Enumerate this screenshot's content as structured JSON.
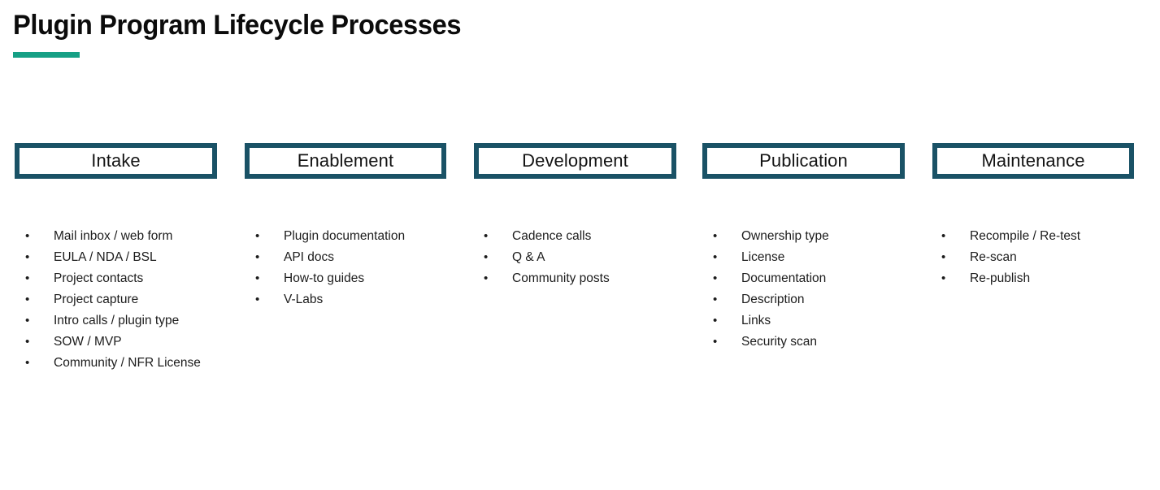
{
  "slide": {
    "title": "Plugin Program Lifecycle Processes",
    "accent_color": "#16a085",
    "box_border_color": "#1a5266",
    "text_color": "#1c1c1c",
    "background_color": "#ffffff",
    "bullet_glyph": "•"
  },
  "stages": [
    {
      "label": "Intake",
      "items": [
        "Mail inbox / web form",
        "EULA / NDA / BSL",
        "Project contacts",
        "Project capture",
        "Intro calls / plugin type",
        "SOW / MVP",
        "Community / NFR License"
      ]
    },
    {
      "label": "Enablement",
      "items": [
        "Plugin documentation",
        "API docs",
        "How-to guides",
        "V-Labs"
      ]
    },
    {
      "label": "Development",
      "items": [
        "Cadence calls",
        "Q & A",
        "Community posts"
      ]
    },
    {
      "label": "Publication",
      "items": [
        "Ownership type",
        "License",
        "Documentation",
        "Description",
        "Links",
        "Security scan"
      ]
    },
    {
      "label": "Maintenance",
      "items": [
        "Recompile / Re-test",
        "Re-scan",
        "Re-publish"
      ]
    }
  ]
}
